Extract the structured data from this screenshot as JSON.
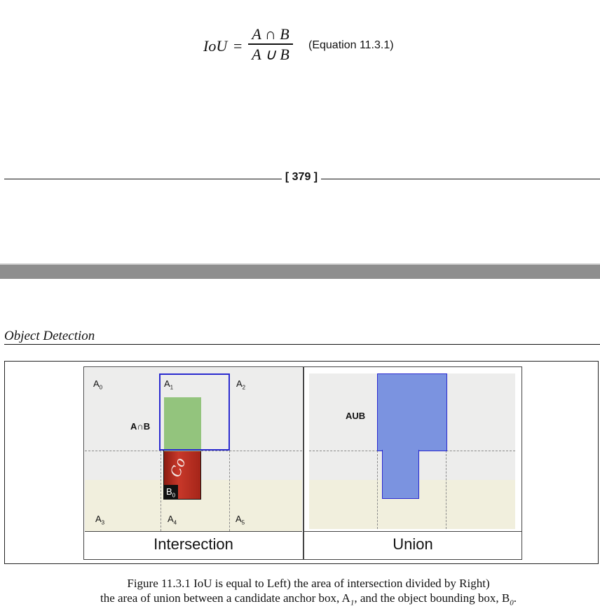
{
  "equation": {
    "lhs": "IoU",
    "equals": "=",
    "numerator": "A ∩ B",
    "denominator": "A ∪ B",
    "label": "(Equation 11.3.1)"
  },
  "footer": {
    "page_number": "[ 379 ]"
  },
  "header": {
    "chapter_title": "Object Detection"
  },
  "figure": {
    "left_panel": {
      "anchor_labels": [
        "A",
        "A",
        "A",
        "A",
        "A",
        "A"
      ],
      "anchor_subs": [
        "0",
        "1",
        "2",
        "3",
        "4",
        "5"
      ],
      "region_label": "A∩B",
      "object_label": "B",
      "object_sub": "0",
      "caption": "Intersection"
    },
    "right_panel": {
      "region_label": "AUB",
      "caption": "Union"
    },
    "caption_line1": "Figure 11.3.1 IoU is equal to Left) the area of intersection divided by Right)",
    "caption_line2": "the area of union between a candidate anchor box, A",
    "caption_sub1": "1",
    "caption_mid": ", and the object bounding box, B",
    "caption_sub2": "0",
    "caption_end": ".",
    "colors": {
      "intersection_fill": "#93c47d",
      "union_fill": "#7b93e0",
      "anchor_outline": "#2a2acf",
      "can_red": "#b3271c"
    }
  }
}
